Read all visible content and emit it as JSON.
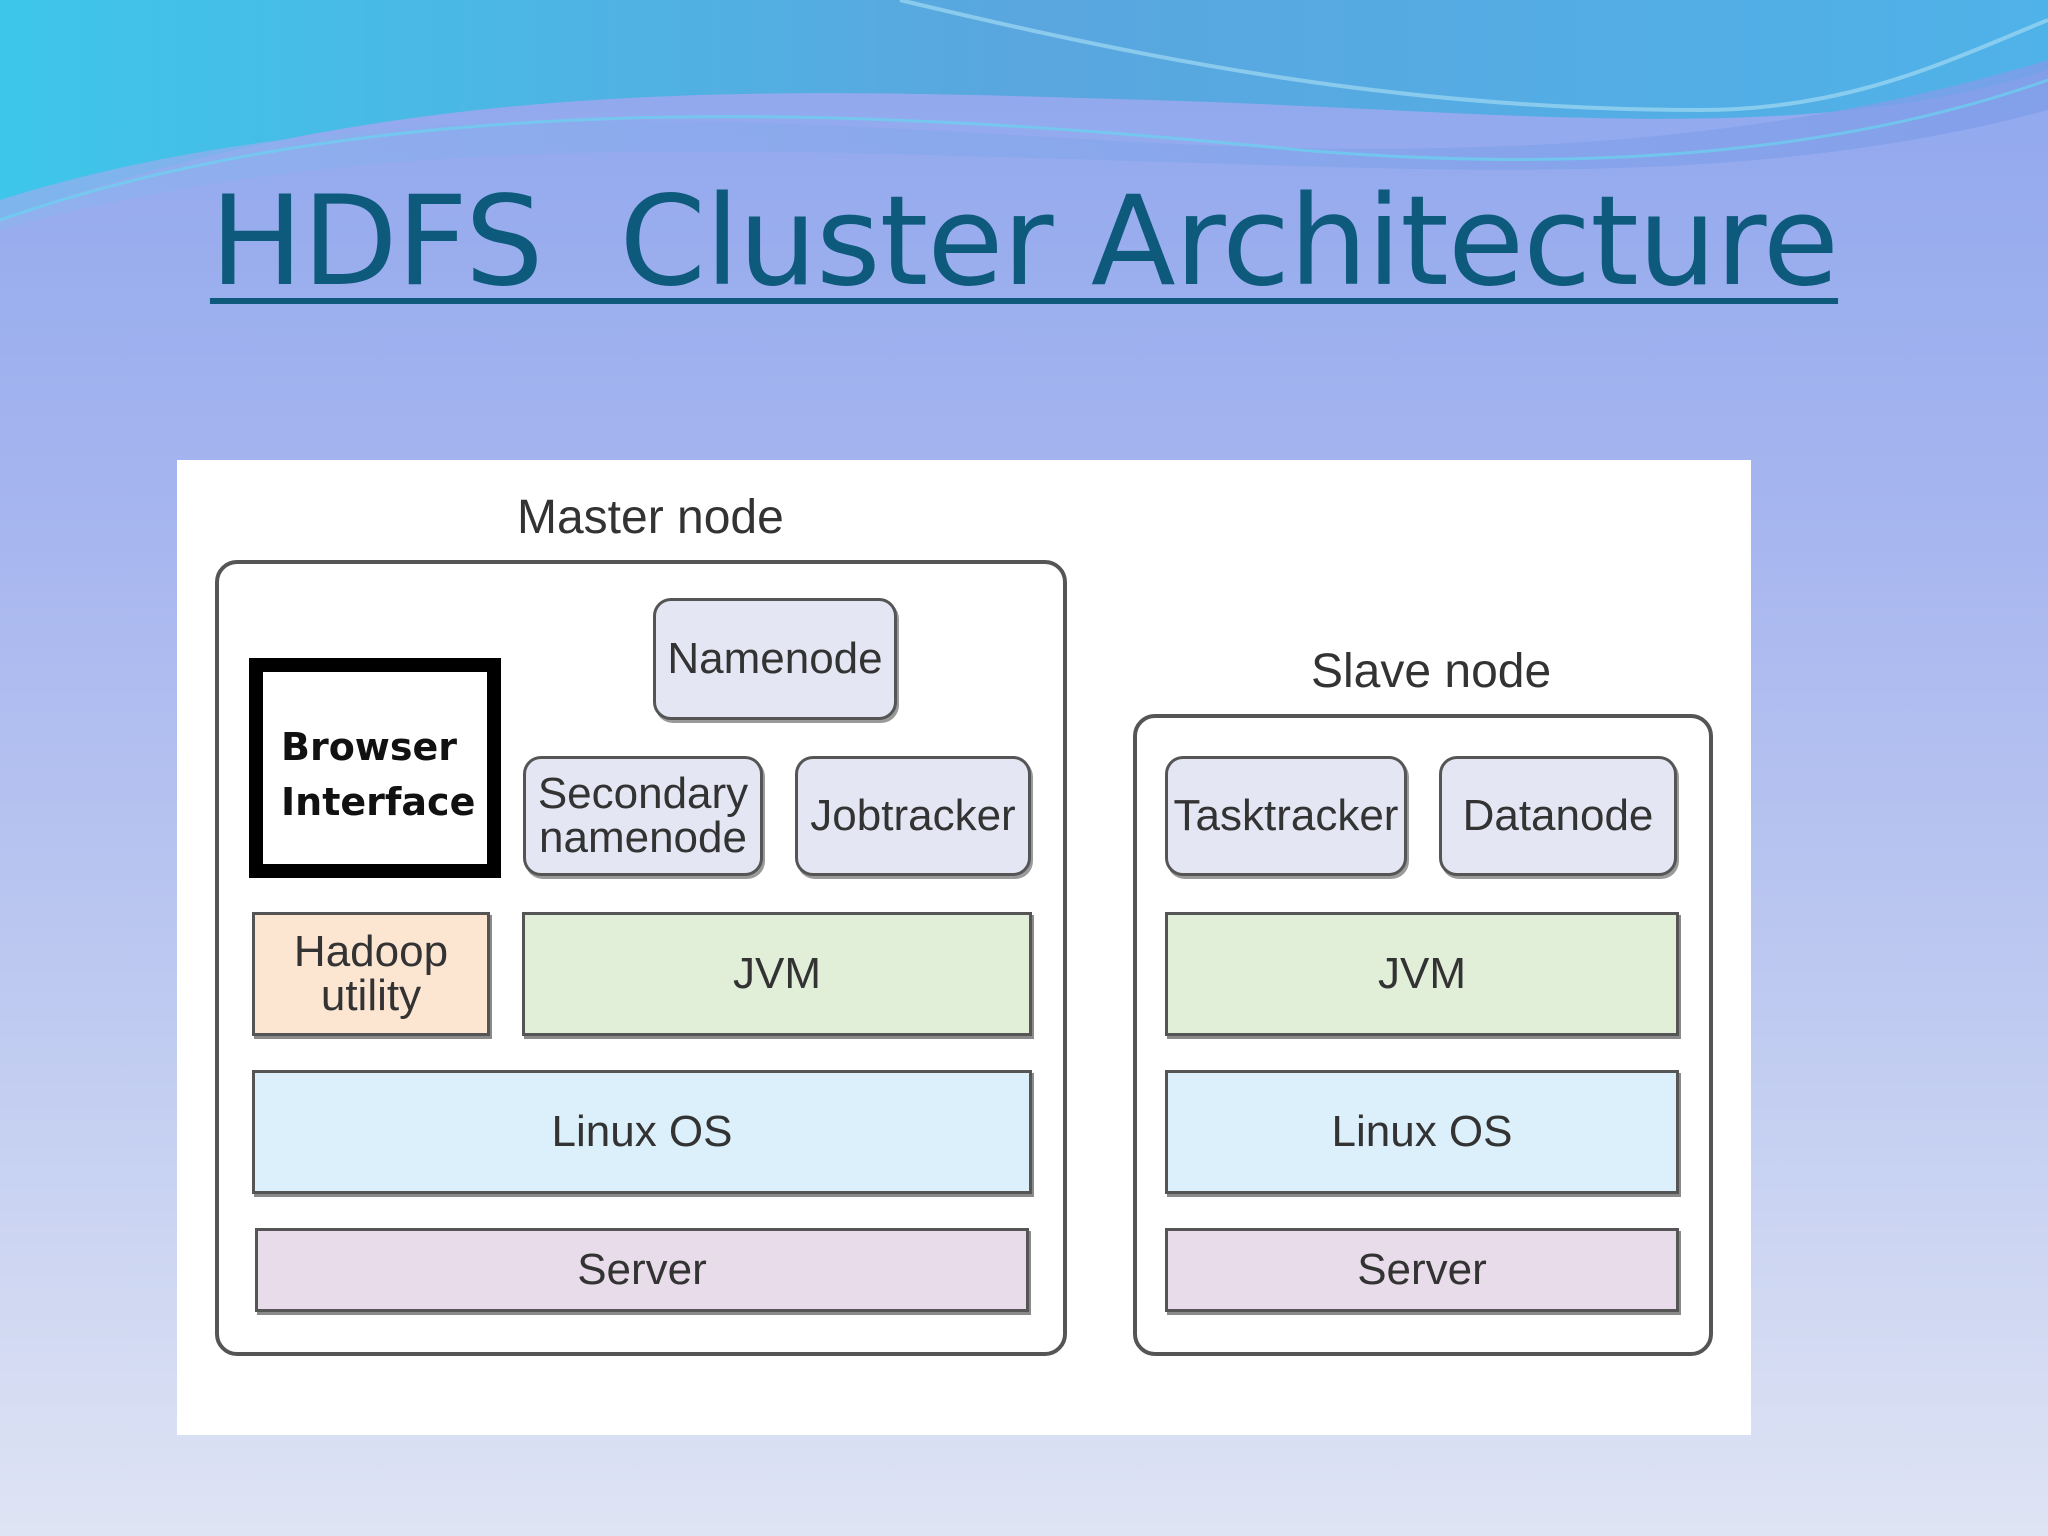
{
  "slide": {
    "title": "HDFS  Cluster Architecture"
  },
  "diagram": {
    "master": {
      "title": "Master node",
      "browser_line1": "Browser",
      "browser_line2": "Interface",
      "namenode": "Namenode",
      "secondary_line1": "Secondary",
      "secondary_line2": "namenode",
      "jobtracker": "Jobtracker",
      "hadoop_line1": "Hadoop",
      "hadoop_line2": "utility",
      "jvm": "JVM",
      "os": "Linux OS",
      "server": "Server"
    },
    "slave": {
      "title": "Slave node",
      "tasktracker": "Tasktracker",
      "datanode": "Datanode",
      "jvm": "JVM",
      "os": "Linux OS",
      "server": "Server"
    }
  }
}
